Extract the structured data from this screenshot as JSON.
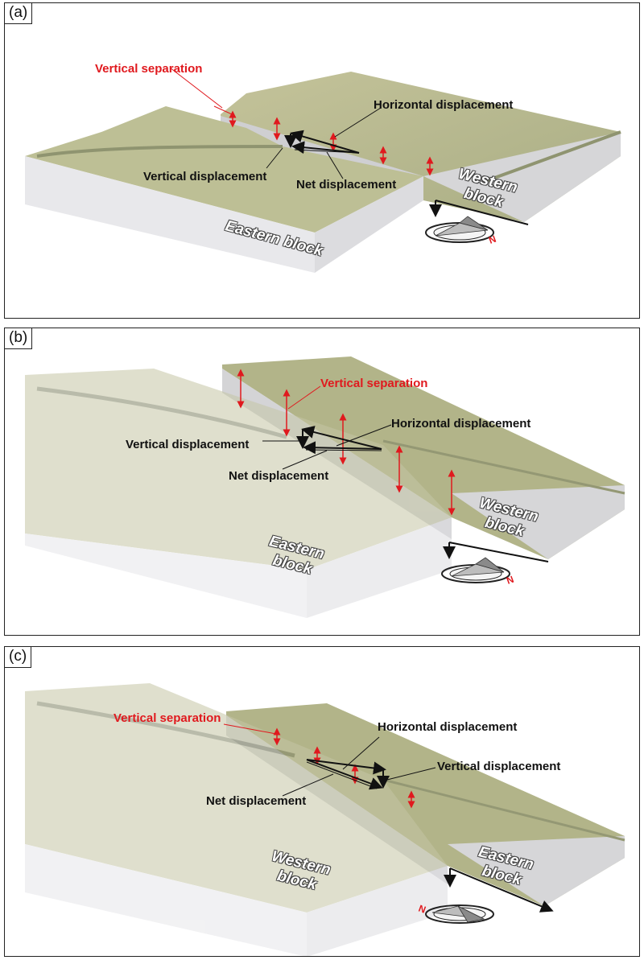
{
  "panels": [
    {
      "id": "(a)",
      "vertical_separation": "Vertical separation",
      "horizontal_displacement": "Horizontal displacement",
      "vertical_displacement": "Vertical displacement",
      "net_displacement": "Net displacement",
      "block_1": "Western block",
      "block_1_l1": "Western",
      "block_1_l2": "block",
      "block_2": "Eastern block",
      "north": "N"
    },
    {
      "id": "(b)",
      "vertical_separation": "Vertical separation",
      "horizontal_displacement": "Horizontal displacement",
      "vertical_displacement": "Vertical displacement",
      "net_displacement": "Net displacement",
      "block_1_l1": "Western",
      "block_1_l2": "block",
      "block_2_l1": "Eastern",
      "block_2_l2": "block",
      "north": "N"
    },
    {
      "id": "(c)",
      "vertical_separation": "Vertical separation",
      "horizontal_displacement": "Horizontal displacement",
      "vertical_displacement": "Vertical displacement",
      "net_displacement": "Net displacement",
      "block_1_l1": "Eastern",
      "block_1_l2": "block",
      "block_2_l1": "Western",
      "block_2_l2": "block",
      "north": "N"
    }
  ],
  "colors": {
    "terrain": "#b8b98e",
    "terrain_dark": "#9ea27a",
    "block_side": "#d9d9db",
    "block_front": "#e9e9ec",
    "red": "#e0191e",
    "black": "#111111"
  }
}
